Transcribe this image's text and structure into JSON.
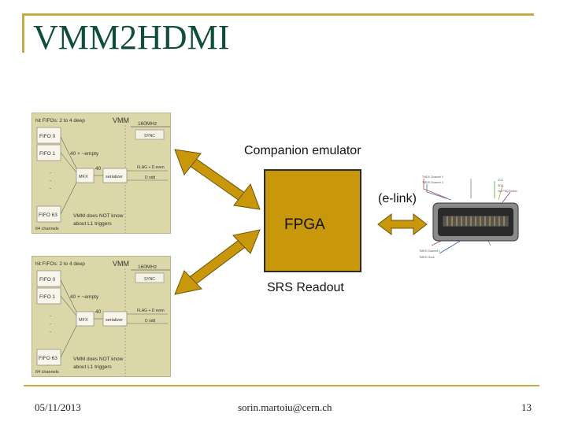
{
  "slide": {
    "title": "VMM2HDMI",
    "footer": {
      "date": "05/11/2013",
      "email": "sorin.martoiu@cern.ch",
      "page_number": "13"
    }
  },
  "diagram": {
    "companion_label": "Companion emulator",
    "fpga_label": "FPGA",
    "elink_label": "(e-link)",
    "srs_label": "SRS Readout",
    "vmm_block": {
      "header": "hit FIFOs: 2 to 4 deep",
      "chip": "VMM",
      "fifo0": "FIFO 0",
      "fifo1": "FIFO 1",
      "fifo63": "FIFO 63",
      "channels": "64 channels",
      "empty": "40 + ~empty",
      "mux_in": "40",
      "mfx": "MFX",
      "serializer": "serializer",
      "clock": "160MHz",
      "sync": "SYNC",
      "flag_even": "FLAG + D even",
      "d_odd": "D odd",
      "note1": "VMM does NOT know",
      "note2": "about L1 triggers"
    },
    "colors": {
      "arrow": "#c9980a",
      "fpga": "#c9980a",
      "panel": "#dcd7a8",
      "title": "#0f4f3a",
      "accent": "#c8aa43"
    }
  }
}
